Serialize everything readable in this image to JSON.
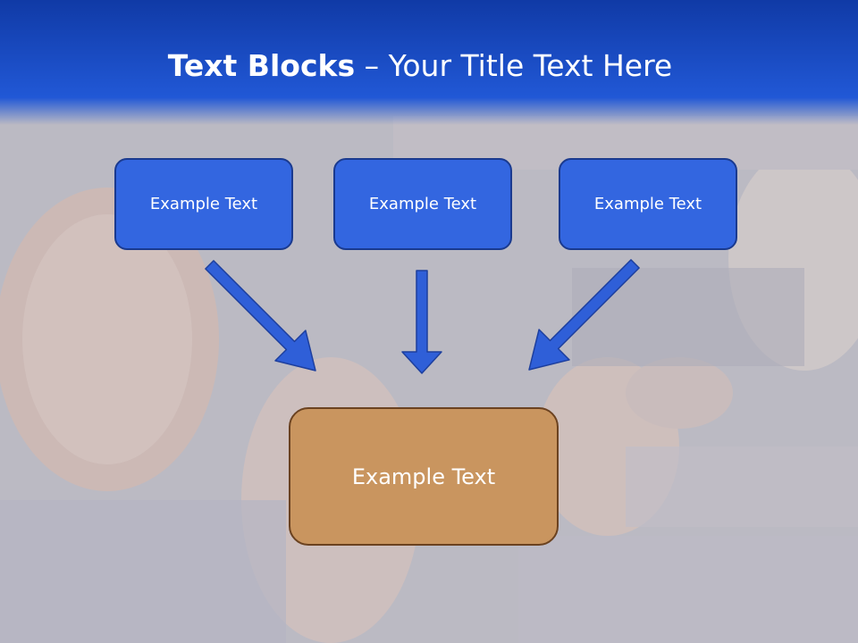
{
  "title": {
    "bold_part": "Text Blocks",
    "dash": "–",
    "rest": "Your Title Text Here"
  },
  "blocks": {
    "left": "Example Text",
    "center": "Example Text",
    "right": "Example Text",
    "target": "Example Text"
  },
  "colors": {
    "header_blue": "#1a47c8",
    "block_blue": "#3366e0",
    "block_border": "#1a3a8f",
    "target_tan": "#c9955f",
    "target_border": "#6b4220",
    "arrow_blue": "#2f5fd8"
  },
  "icons": [
    "arrow-down-right-icon",
    "arrow-down-icon",
    "arrow-down-left-icon"
  ]
}
